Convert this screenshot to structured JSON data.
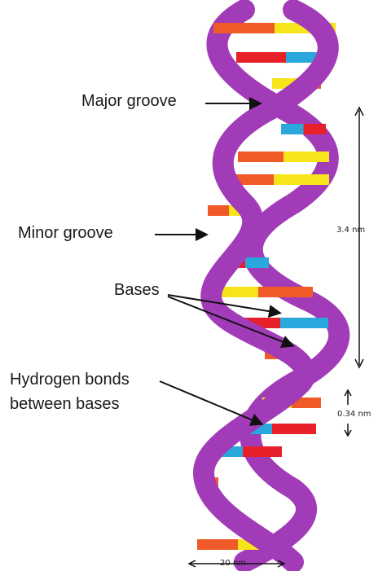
{
  "labels": {
    "major_groove": "Major groove",
    "minor_groove": "Minor groove",
    "bases": "Bases",
    "hydrogen_bonds_line1": "Hydrogen bonds",
    "hydrogen_bonds_line2": "between bases",
    "pitch": "3.4 nm",
    "rise": "0.34 nm",
    "width": "20 nm"
  },
  "colors": {
    "backbone": "#a23bb8",
    "backbone_edge": "#7a2a8c",
    "base_orange": "#f05a28",
    "base_yellow": "#f7e51c",
    "base_blue": "#2aa7dc",
    "base_red": "#e8202a"
  },
  "base_pairs": [
    [
      "base_orange",
      "base_yellow"
    ],
    [
      "base_red",
      "base_blue"
    ],
    [
      "base_yellow",
      "base_orange"
    ],
    [
      "base_blue",
      "base_red"
    ],
    [
      "base_orange",
      "base_yellow"
    ],
    [
      "base_orange",
      "base_yellow"
    ],
    [
      "base_orange",
      "base_yellow"
    ],
    [
      "base_red",
      "base_blue"
    ],
    [
      "base_yellow",
      "base_orange"
    ],
    [
      "base_red",
      "base_blue"
    ],
    [
      "base_orange",
      "base_yellow"
    ],
    [
      "base_yellow",
      "base_orange"
    ],
    [
      "base_blue",
      "base_red"
    ],
    [
      "base_blue",
      "base_red"
    ],
    [
      "base_yellow",
      "base_orange"
    ],
    [
      "base_orange",
      "base_yellow"
    ]
  ]
}
